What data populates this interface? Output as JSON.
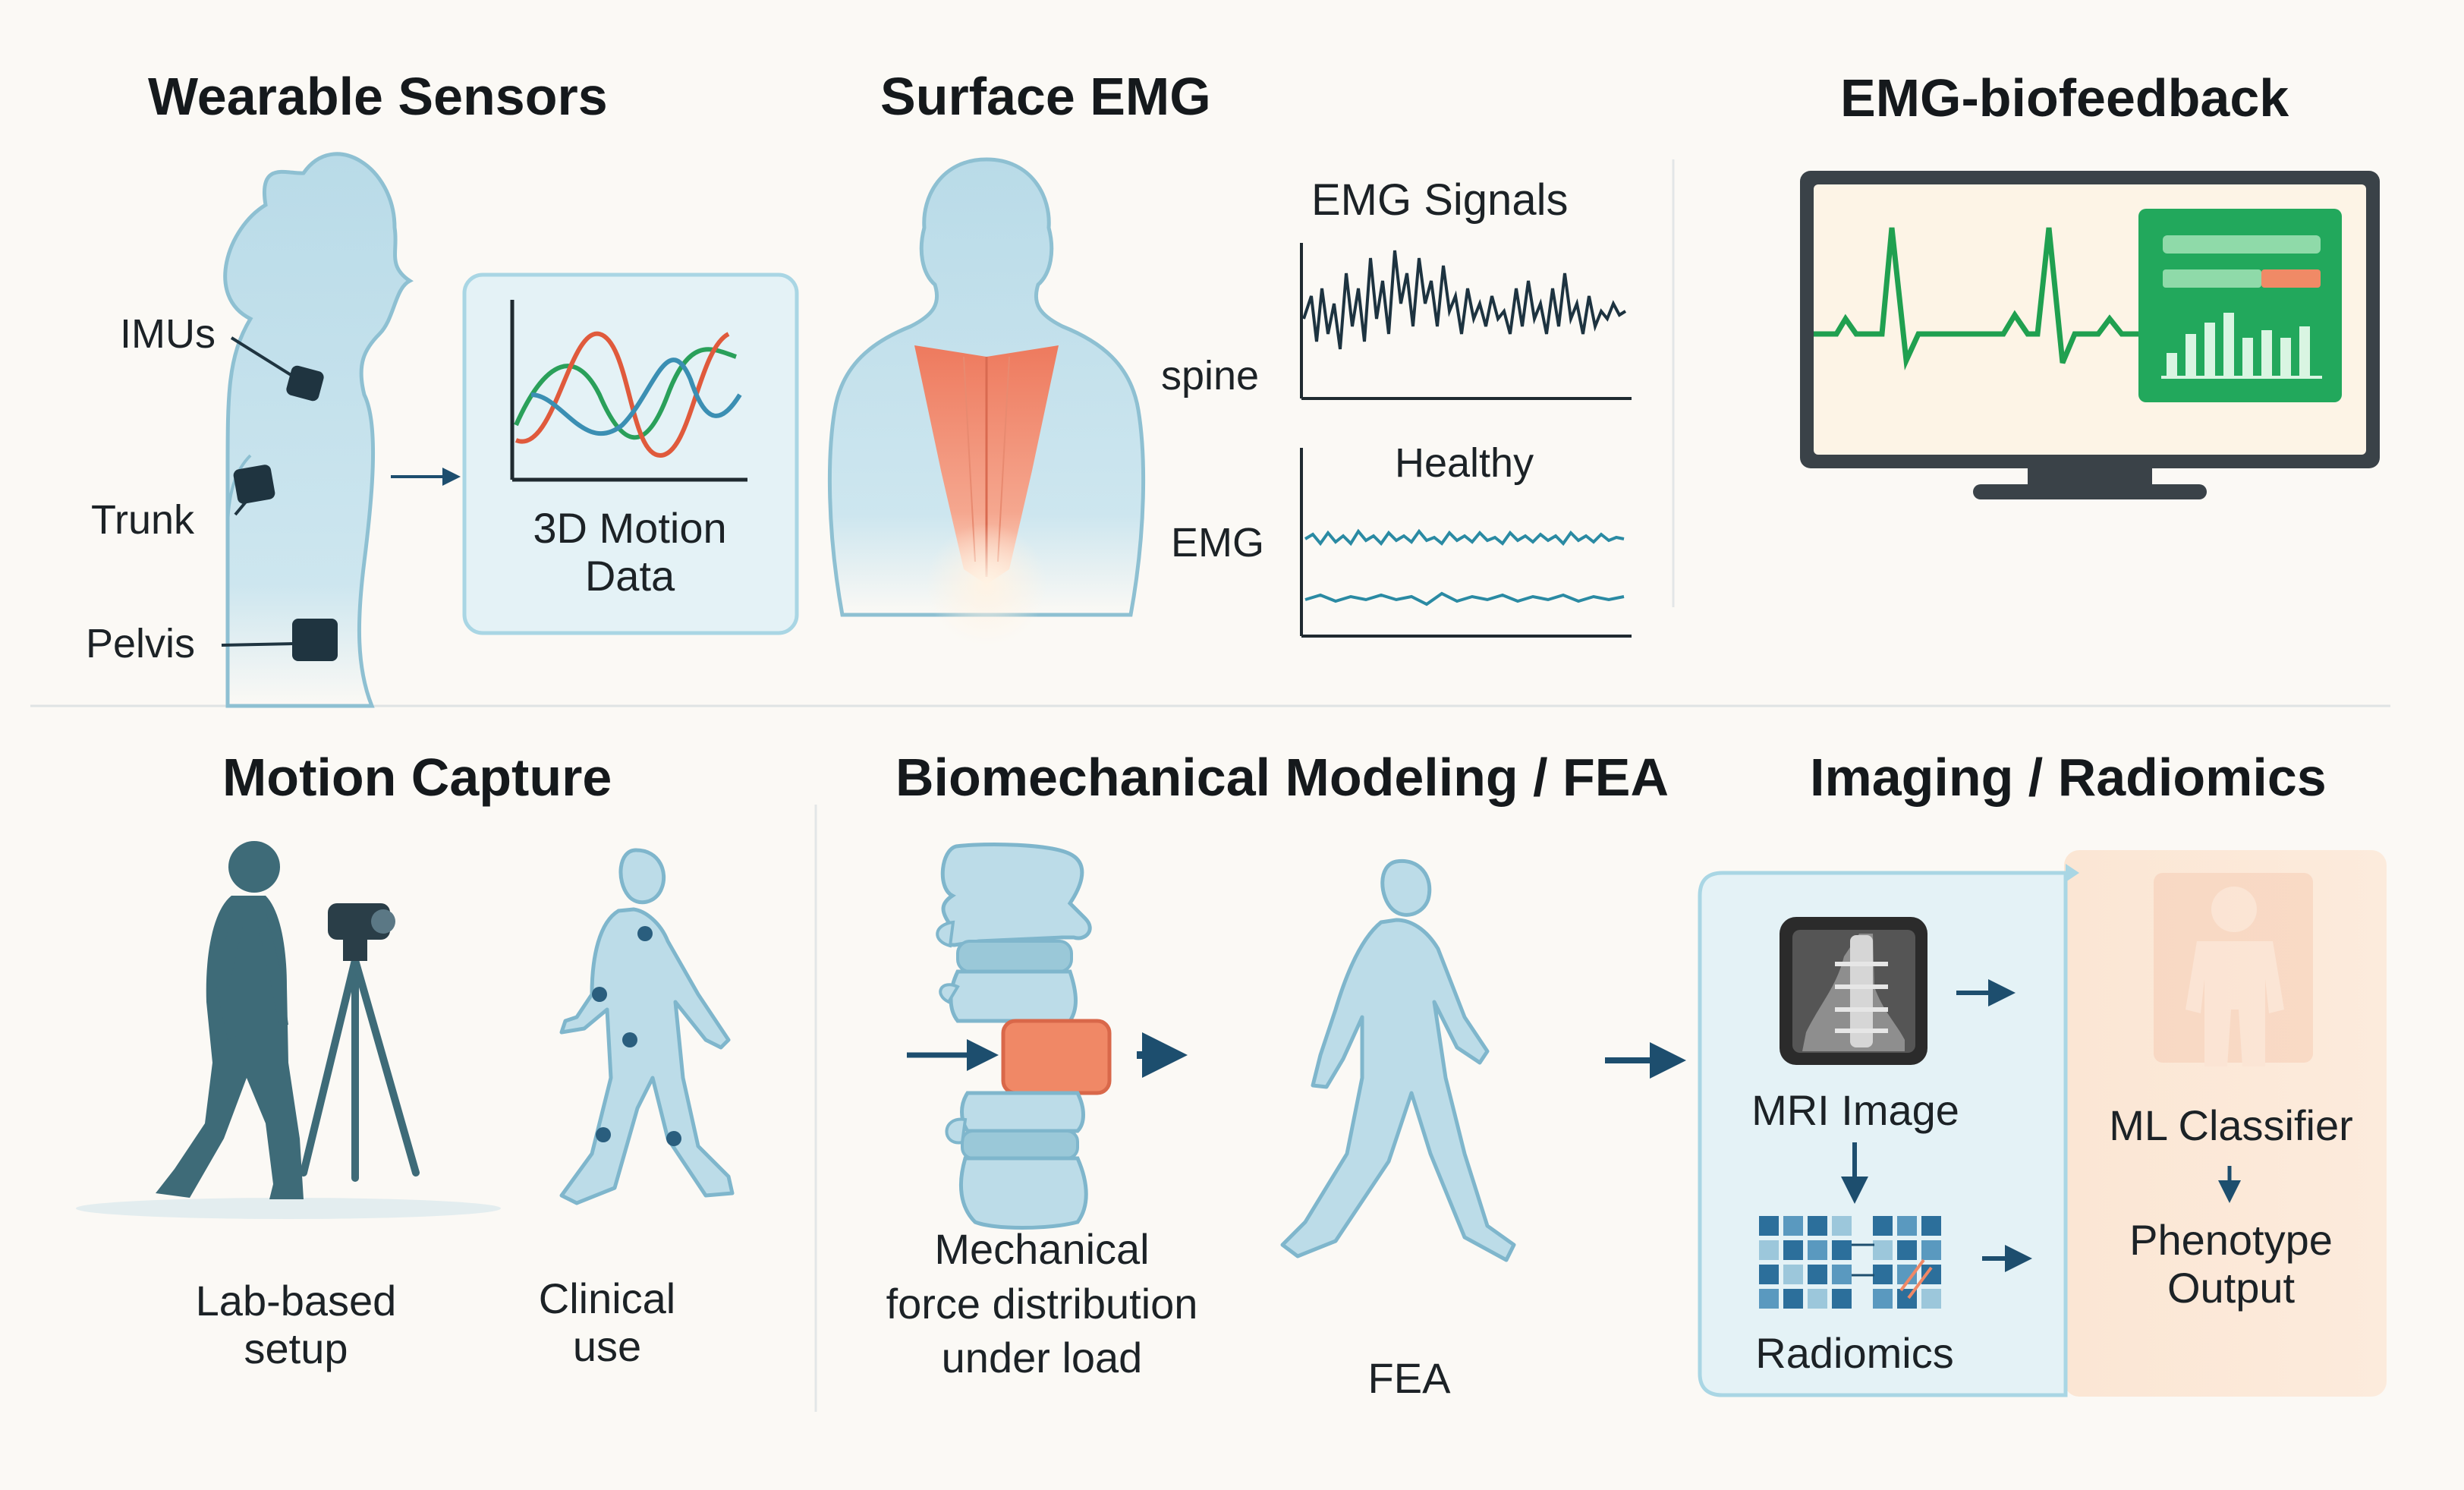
{
  "panels": {
    "wearable": {
      "title": "Wearable Sensors",
      "labels": {
        "imus": "IMUs",
        "trunk": "Trunk",
        "pelvis": "Pelvis"
      },
      "motion_box": {
        "line1": "3D Motion",
        "line2": "Data"
      }
    },
    "surface_emg": {
      "title": "Surface EMG",
      "signals_title": "EMG Signals",
      "spine_label": "spine",
      "healthy_label": "Healthy",
      "emg_label": "EMG"
    },
    "biofeedback": {
      "title": "EMG-biofeedback"
    },
    "motion_capture": {
      "title": "Motion Capture",
      "lab": {
        "line1": "Lab-based",
        "line2": "setup"
      },
      "clinical": {
        "line1": "Clinical",
        "line2": "use"
      }
    },
    "biomech": {
      "title": "Biomechanical Modeling / FEA",
      "caption": {
        "line1": "Mechanical",
        "line2": "force distribution",
        "line3": "under load"
      },
      "fea_label": "FEA"
    },
    "imaging": {
      "title": "Imaging / Radiomics",
      "mri_label": "MRI Image",
      "radiomics_label": "Radiomics",
      "ml_label": "ML Classifier",
      "output": {
        "line1": "Phenotype",
        "line2": "Output"
      }
    }
  },
  "colors": {
    "body_fill": "#bcdce8",
    "body_stroke": "#7fb6cc",
    "muscle": "#f07f62",
    "emg_dark": "#1d3340",
    "emg_teal": "#2a8aa3",
    "ecg_green": "#20a050",
    "panel_green": "#22a85c",
    "arrow": "#1d4e6e",
    "disc": "#f08866",
    "output_bg": "#fbe6d4"
  }
}
